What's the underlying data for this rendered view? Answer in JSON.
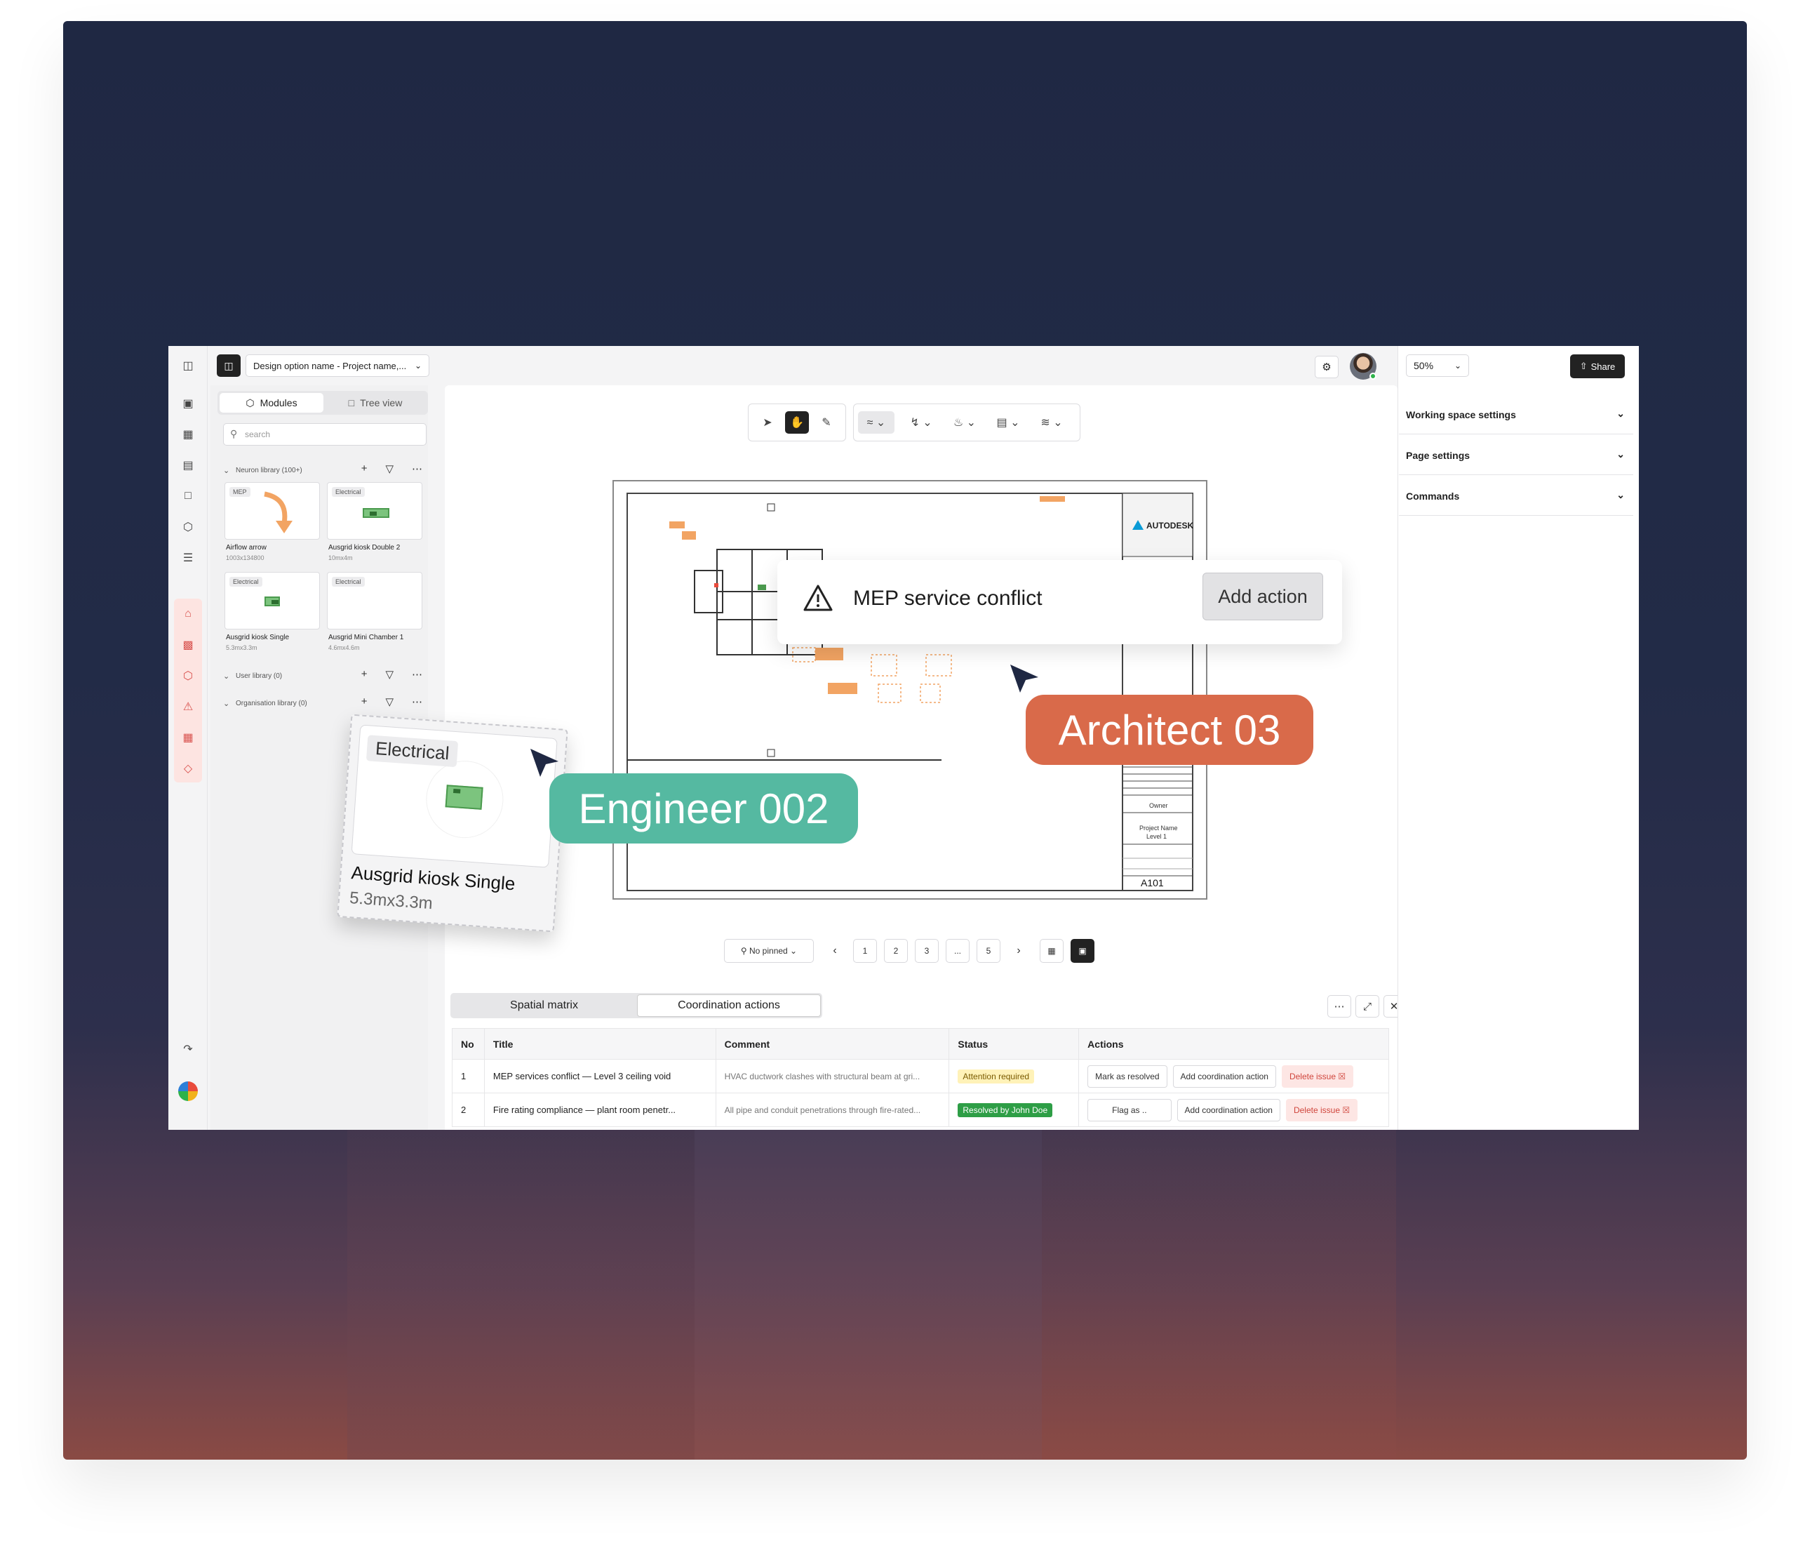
{
  "header": {
    "doc_select": "Design option name - Project name,...",
    "zoom": "50%",
    "share_label": "Share"
  },
  "library": {
    "tab_modules": "Modules",
    "tab_tree": "Tree view",
    "search_placeholder": "search",
    "sections": [
      {
        "label": "Neuron library (100+)"
      },
      {
        "label": "User library (0)"
      },
      {
        "label": "Organisation library (0)"
      }
    ],
    "cards": [
      {
        "tag": "MEP",
        "name": "Airflow arrow",
        "dim": "1003x134800"
      },
      {
        "tag": "Electrical",
        "name": "Ausgrid kiosk Double 2",
        "dim": "10mx4m"
      },
      {
        "tag": "Electrical",
        "name": "Ausgrid kiosk Single",
        "dim": "5.3mx3.3m"
      },
      {
        "tag": "Electrical",
        "name": "Ausgrid Mini Chamber 1",
        "dim": "4.6mx4.6m"
      }
    ]
  },
  "drawing": {
    "brand": "AUTODESK",
    "owner": "Owner",
    "project_name": "Project Name",
    "level": "Level 1",
    "sheet": "A101"
  },
  "issue_popup": {
    "title": "MEP service conflict",
    "action_label": "Add action"
  },
  "collaborators": {
    "architect": "Architect 03",
    "engineer": "Engineer 002"
  },
  "drag_card": {
    "tag": "Electrical",
    "name": "Ausgrid kiosk Single",
    "dim": "5.3mx3.3m"
  },
  "pager": {
    "pinned": "No pinned",
    "pages": [
      "1",
      "2",
      "3",
      "...",
      "5"
    ]
  },
  "bottom": {
    "tab1": "Spatial matrix",
    "tab2": "Coordination actions",
    "columns": [
      "No",
      "Title",
      "Comment",
      "Status",
      "Actions"
    ],
    "rows": [
      {
        "no": "1",
        "title": "MEP services conflict — Level 3 ceiling void",
        "comment": "HVAC ductwork clashes with structural beam at gri...",
        "status": "Attention required",
        "action1": "Mark as resolved",
        "action2": "Add coordination action",
        "action3": "Delete issue"
      },
      {
        "no": "2",
        "title": "Fire rating compliance — plant room penetr...",
        "comment": "All pipe and conduit penetrations through fire-rated...",
        "status": "Resolved by John Doe",
        "action1": "Flag as ..",
        "action2": "Add coordination action",
        "action3": "Delete issue"
      }
    ]
  },
  "settings": {
    "working_space": "Working space settings",
    "page": "Page settings",
    "commands": "Commands"
  },
  "colors": {
    "architect": "#d96a4a",
    "engineer": "#55b9a1",
    "cursor": "#1f2843",
    "delete": "#d0453c"
  }
}
